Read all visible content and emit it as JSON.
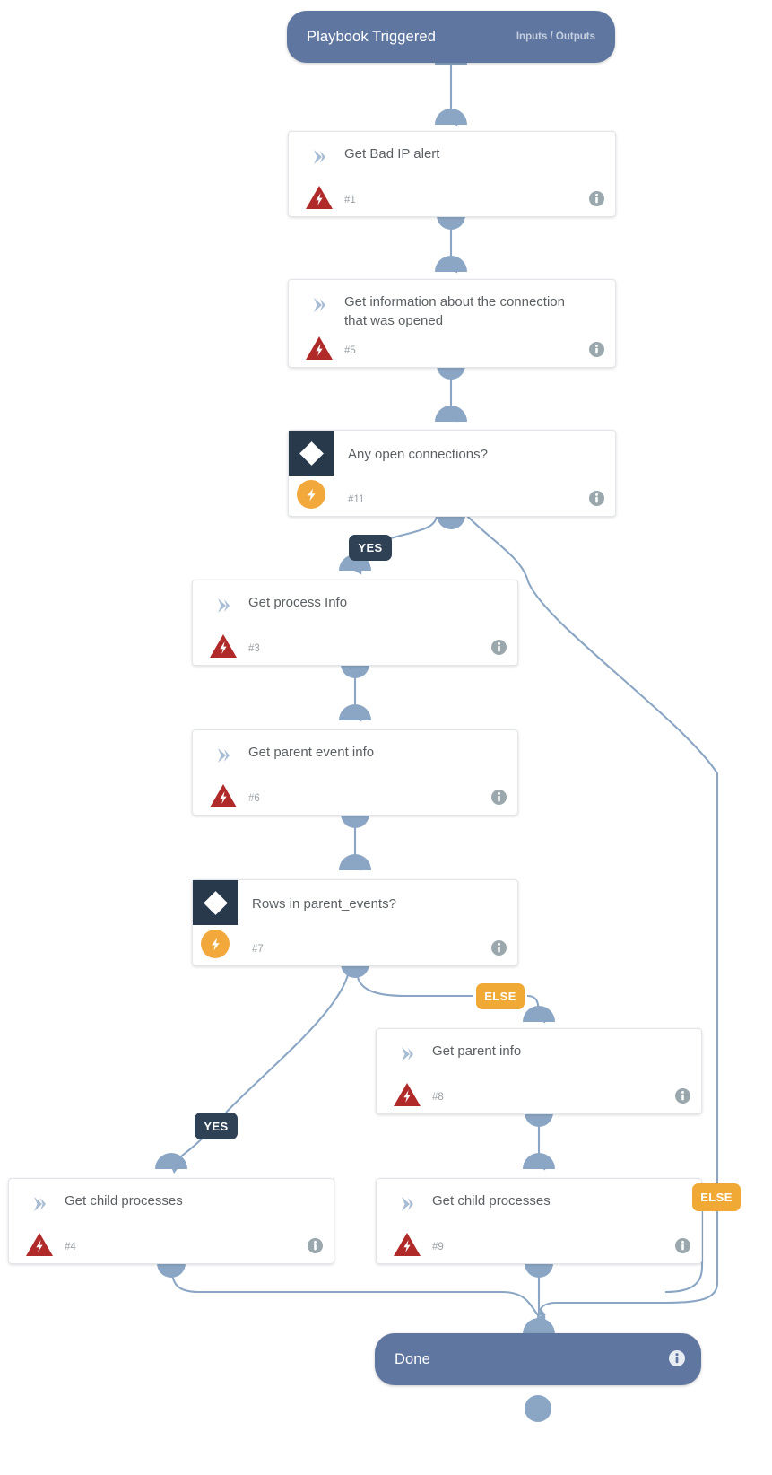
{
  "diagram": {
    "type": "playbook-flowchart",
    "palette": {
      "terminal_fill": "#5f76a0",
      "card_fill": "#ffffff",
      "card_border": "#e2e5e9",
      "connector": "#8ba6c4",
      "decision_square": "#27394b",
      "bolt_orange": "#f2a83b",
      "warn_red": "#b02a2a",
      "badge_yes": "#2f4155",
      "badge_else": "#f0a935",
      "title_text": "#5b5f63",
      "number_text": "#9aa0a6"
    }
  },
  "start": {
    "label": "Playbook Triggered",
    "io_label": "Inputs / Outputs"
  },
  "end": {
    "label": "Done"
  },
  "nodes": [
    {
      "id": "n1",
      "kind": "action",
      "title": "Get Bad IP alert",
      "number": "#1",
      "icon": "chevron-icon",
      "badge": "warning-triangle-icon",
      "info": "info-icon"
    },
    {
      "id": "n5",
      "kind": "action",
      "title": "Get information about the connection that was opened",
      "number": "#5",
      "icon": "chevron-icon",
      "badge": "warning-triangle-icon",
      "info": "info-icon"
    },
    {
      "id": "n11",
      "kind": "decision",
      "title": "Any open connections?",
      "number": "#11",
      "icon": "diamond-icon",
      "badge": "bolt-icon",
      "info": "info-icon"
    },
    {
      "id": "n3",
      "kind": "action",
      "title": "Get process Info",
      "number": "#3",
      "icon": "chevron-icon",
      "badge": "warning-triangle-icon",
      "info": "info-icon"
    },
    {
      "id": "n6",
      "kind": "action",
      "title": "Get parent event info",
      "number": "#6",
      "icon": "chevron-icon",
      "badge": "warning-triangle-icon",
      "info": "info-icon"
    },
    {
      "id": "n7",
      "kind": "decision",
      "title": "Rows in parent_events?",
      "number": "#7",
      "icon": "diamond-icon",
      "badge": "bolt-icon",
      "info": "info-icon"
    },
    {
      "id": "n8",
      "kind": "action",
      "title": "Get parent info",
      "number": "#8",
      "icon": "chevron-icon",
      "badge": "warning-triangle-icon",
      "info": "info-icon"
    },
    {
      "id": "n4",
      "kind": "action",
      "title": "Get child processes",
      "number": "#4",
      "icon": "chevron-icon",
      "badge": "warning-triangle-icon",
      "info": "info-icon"
    },
    {
      "id": "n9",
      "kind": "action",
      "title": "Get child processes",
      "number": "#9",
      "icon": "chevron-icon",
      "badge": "warning-triangle-icon",
      "info": "info-icon"
    }
  ],
  "branch_labels": {
    "yes_top": "YES",
    "else_mid": "ELSE",
    "yes_bottom": "YES",
    "else_right": "ELSE"
  }
}
